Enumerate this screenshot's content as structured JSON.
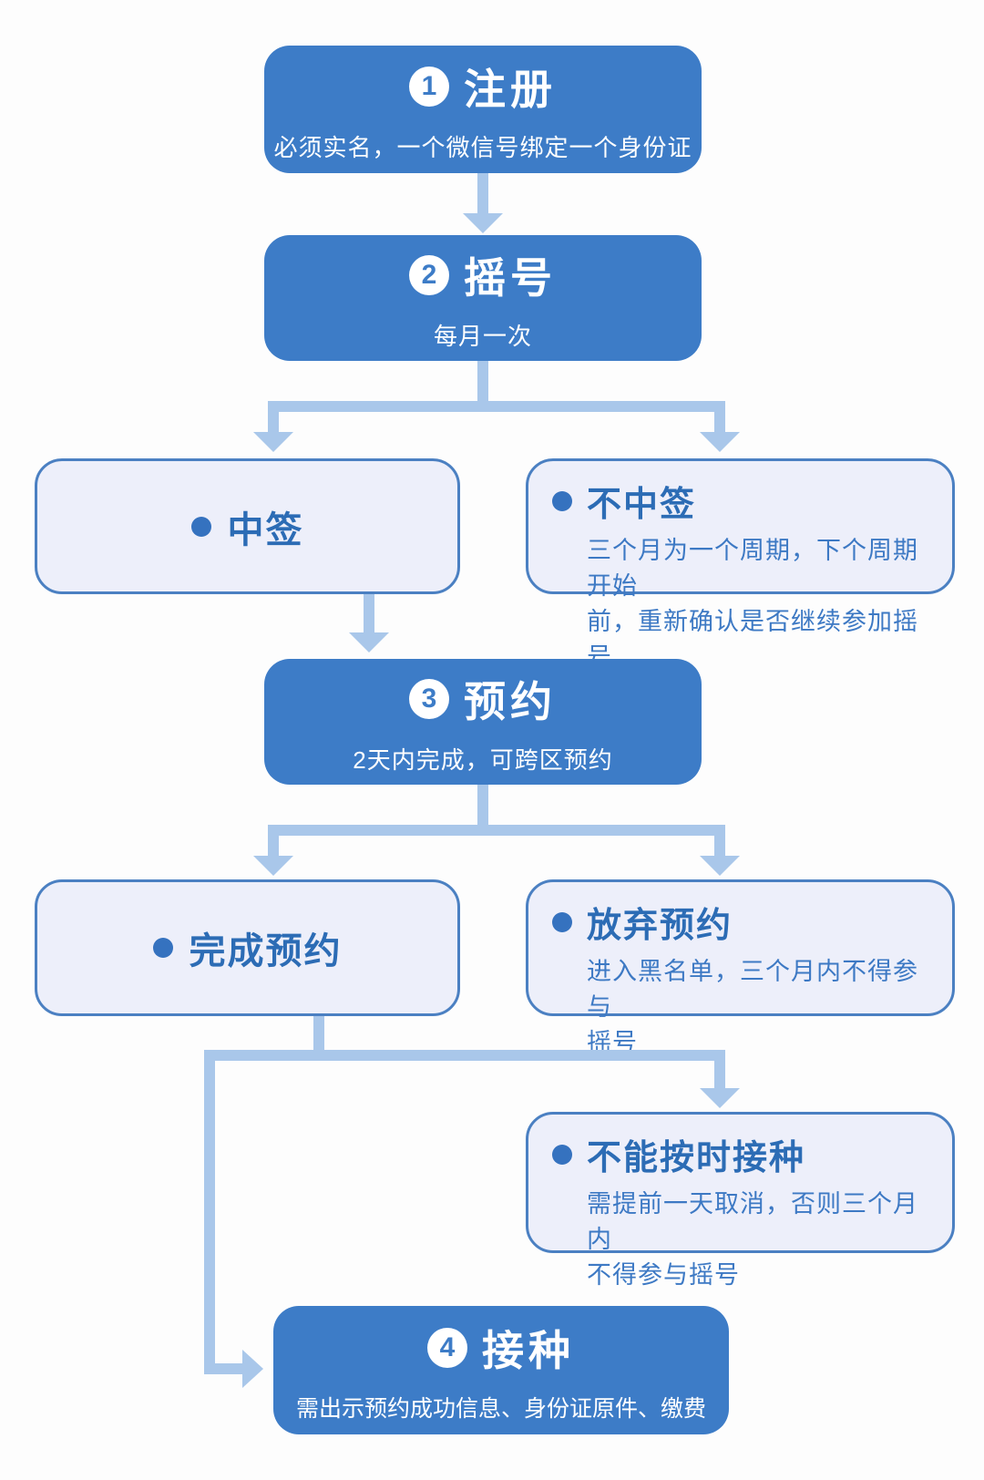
{
  "page": {
    "background": "#fdfdfd"
  },
  "colors": {
    "step_fill": "#3d7cc7",
    "step_text": "#ffffff",
    "arrow": "#a9c7ea",
    "outcome_fill": "#edeffa",
    "outcome_border": "#4b80c2",
    "outcome_title_text": "#2c6cb5",
    "outcome_body_text": "#3d79c4"
  },
  "steps": {
    "register": {
      "number": "1",
      "title": "注册",
      "subtitle": "必须实名，一个微信号绑定一个身份证"
    },
    "lottery": {
      "number": "2",
      "title": "摇号",
      "subtitle": "每月一次"
    },
    "reserve": {
      "number": "3",
      "title": "预约",
      "subtitle": "2天内完成，可跨区预约"
    },
    "vaccinate": {
      "number": "4",
      "title": "接种",
      "subtitle": "需出示预约成功信息、身份证原件、缴费"
    }
  },
  "outcomes": {
    "win": {
      "title": "中签"
    },
    "lose": {
      "title": "不中签",
      "body": "三个月为一个周期，下个周期开始\n前，重新确认是否继续参加摇号"
    },
    "complete": {
      "title": "完成预约"
    },
    "abandon": {
      "title": "放弃预约",
      "body": "进入黑名单，三个月内不得参与\n摇号"
    },
    "miss": {
      "title": "不能按时接种",
      "body": "需提前一天取消，否则三个月内\n不得参与摇号"
    }
  }
}
